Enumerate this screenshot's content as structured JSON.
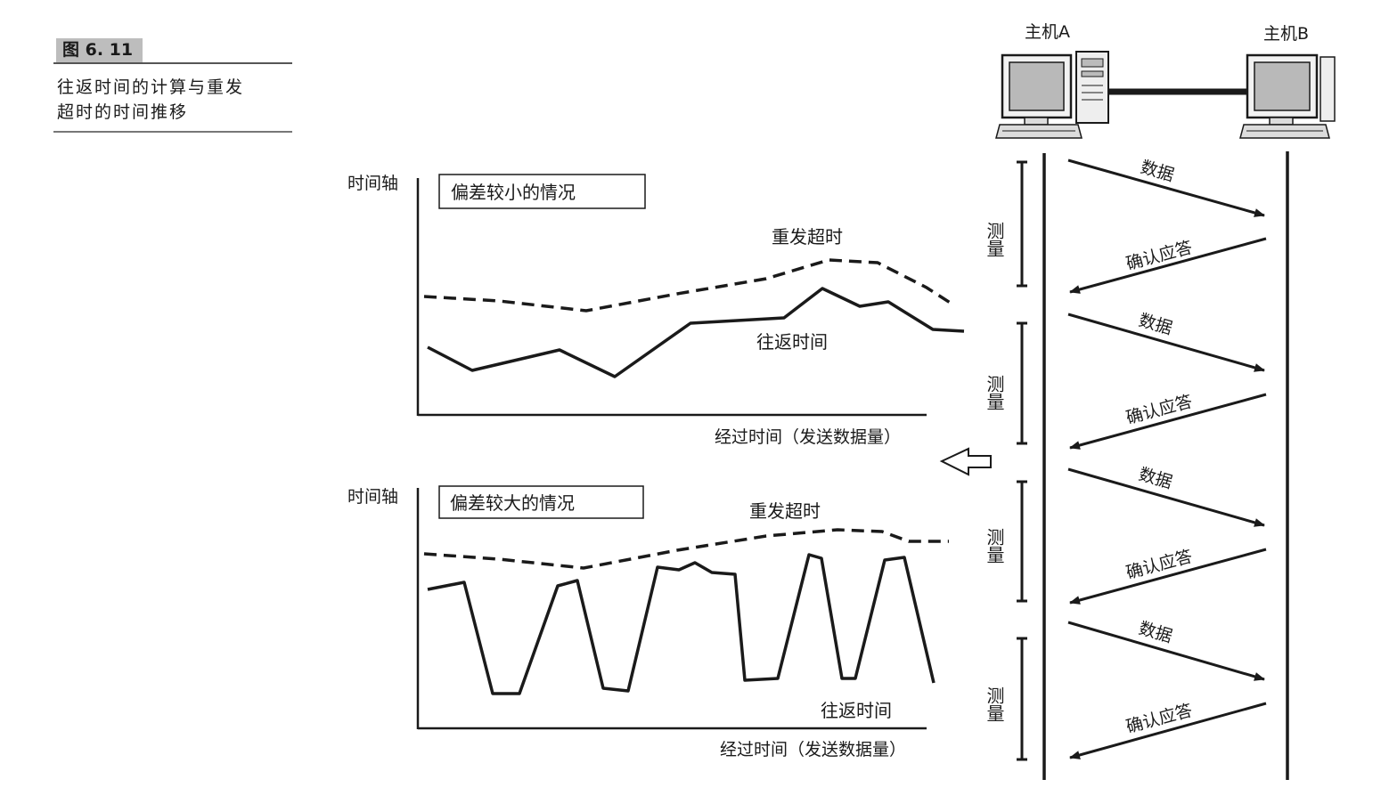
{
  "figure": {
    "number": "图 6. 11",
    "caption_line1": "往返时间的计算与重发",
    "caption_line2": "超时的时间推移"
  },
  "hosts": {
    "a": "主机A",
    "b": "主机B"
  },
  "sequence": {
    "data_label": "数据",
    "ack_label": "确认应答",
    "measure_label": "测量"
  },
  "charts": [
    {
      "box_label": "偏差较小的情况",
      "y_axis": "时间轴",
      "x_axis": "经过时间（发送数据量）",
      "retransmit_label": "重发超时",
      "rtt_label": "往返时间"
    },
    {
      "box_label": "偏差较大的情况",
      "y_axis": "时间轴",
      "x_axis": "经过时间（发送数据量）",
      "retransmit_label": "重发超时",
      "rtt_label": "往返时间"
    }
  ]
}
